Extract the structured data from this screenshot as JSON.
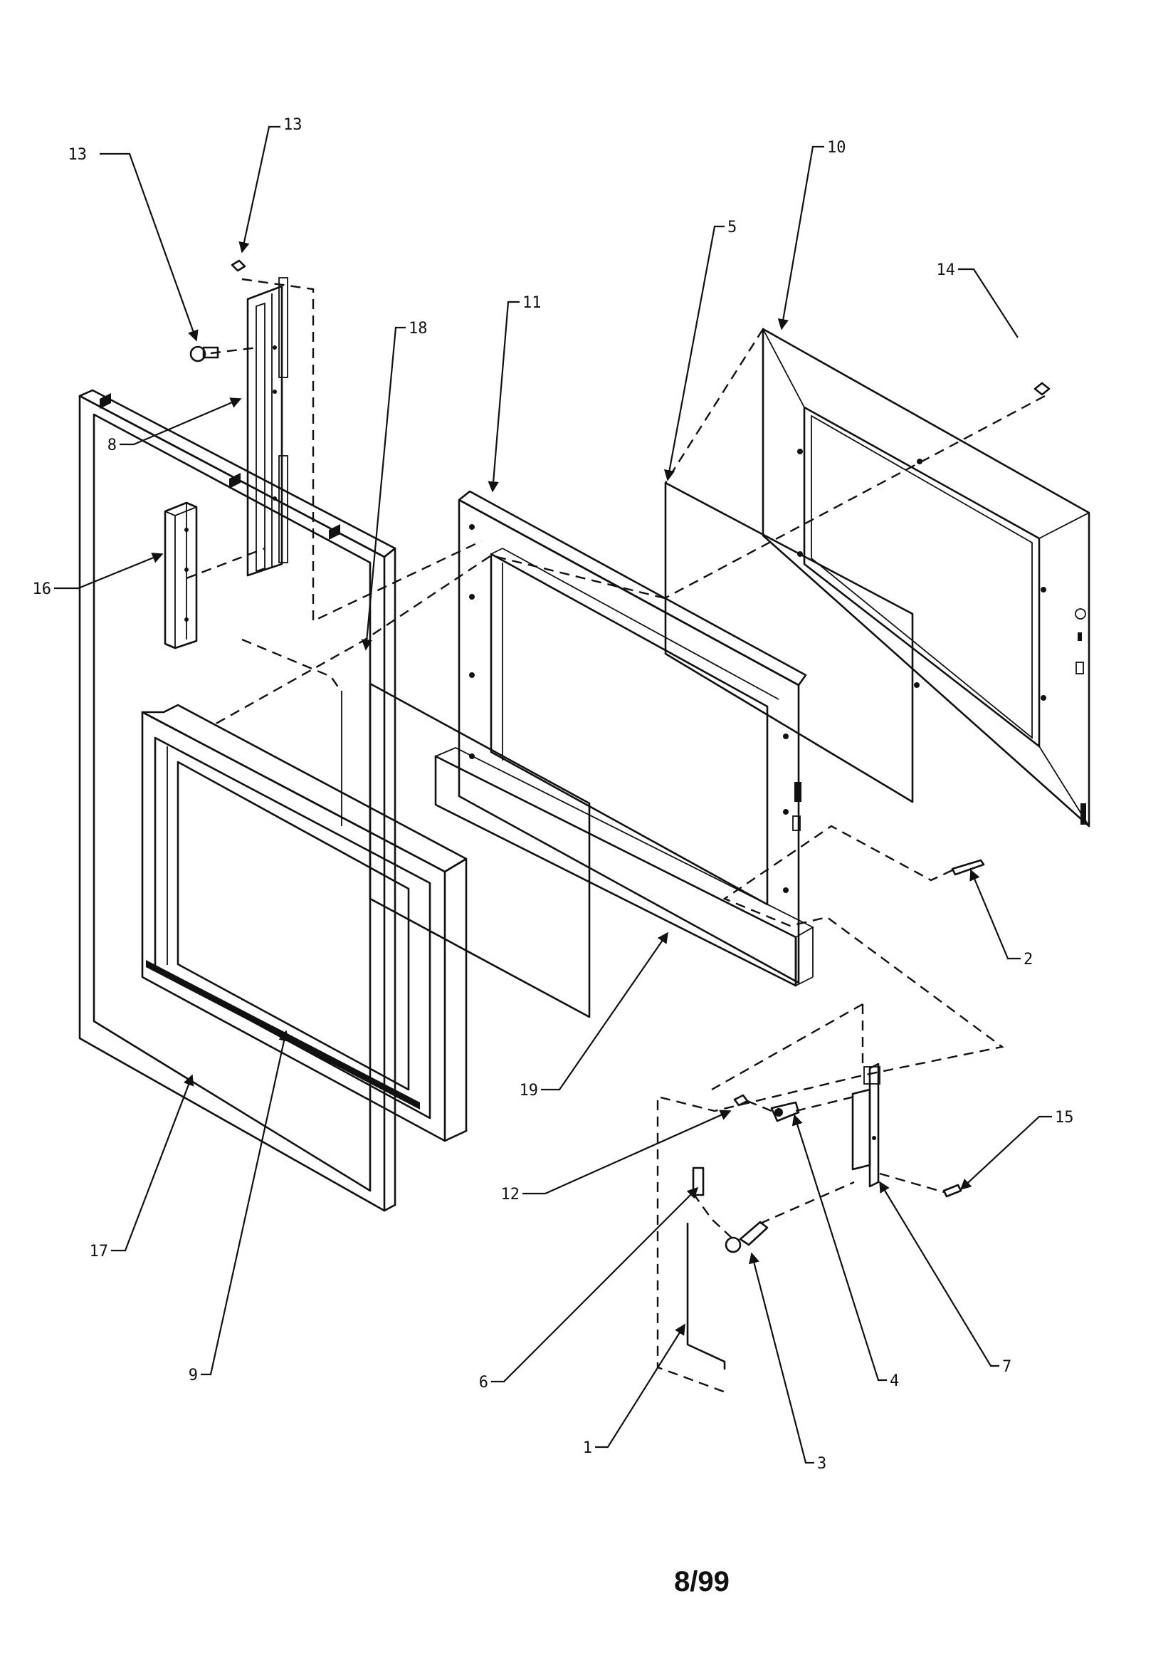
{
  "callouts": {
    "c13a": "13",
    "c13b": "13",
    "c10": "10",
    "c5": "5",
    "c14": "14",
    "c11": "11",
    "c18": "18",
    "c8": "8",
    "c16": "16",
    "c2": "2",
    "c19": "19",
    "c15": "15",
    "c12": "12",
    "c17": "17",
    "c9": "9",
    "c6": "6",
    "c4": "4",
    "c7": "7",
    "c1": "1",
    "c3": "3"
  },
  "footer": {
    "page": "8/99"
  }
}
